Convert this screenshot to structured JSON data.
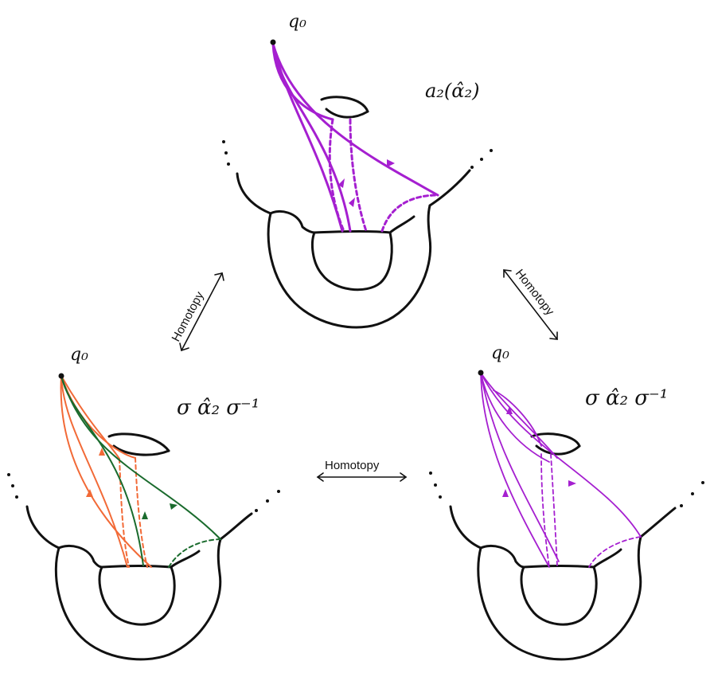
{
  "panels": {
    "top": {
      "basepoint": "q₀",
      "caption": "a₂(α̂₂)",
      "color": "#a51fd0"
    },
    "left": {
      "basepoint": "q₀",
      "caption": "σ α̂₂ σ⁻¹",
      "colors": [
        "#f26a37",
        "#1a6b2d"
      ]
    },
    "right": {
      "basepoint": "q₀",
      "caption": "σ α̂₂ σ⁻¹",
      "color": "#a51fd0"
    }
  },
  "arrows": {
    "top_left": {
      "label": "Homotopy"
    },
    "top_right": {
      "label": "Homotopy"
    },
    "bottom": {
      "label": "Homotopy"
    }
  },
  "ellipsis": "· · ·"
}
